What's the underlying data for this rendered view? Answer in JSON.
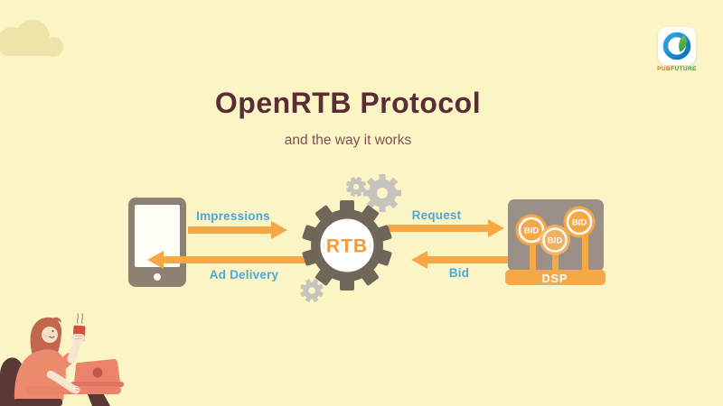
{
  "slide": {
    "title": "OpenRTB Protocol",
    "subtitle": "and the way it works"
  },
  "logo": {
    "brand": "PUBFUTURE",
    "brand_pub": "PUB",
    "brand_future": "FUTURE"
  },
  "diagram": {
    "rtb_label": "RTB",
    "dsp_label": "DSP",
    "bid_balls": [
      "BID",
      "BID",
      "BID"
    ],
    "flows": {
      "impressions": "Impressions",
      "ad_delivery": "Ad Delivery",
      "request": "Request",
      "bid": "Bid"
    }
  },
  "colors": {
    "background": "#FBF4C5",
    "cloud": "#EEE4A9",
    "title": "#5A2D35",
    "subtitle": "#7F5156",
    "arrow_orange": "#F6A844",
    "flow_label_blue": "#4FA7D9",
    "gear_dark": "#6F6759",
    "gear_light": "#C7C4BD",
    "device_gray": "#8D8174",
    "dsp_gray": "#9A9088",
    "rtb_text": "#F49A38",
    "dsp_text": "#FFFFFF",
    "logo_blue": "#1E88D0",
    "logo_green": "#4DB748"
  }
}
